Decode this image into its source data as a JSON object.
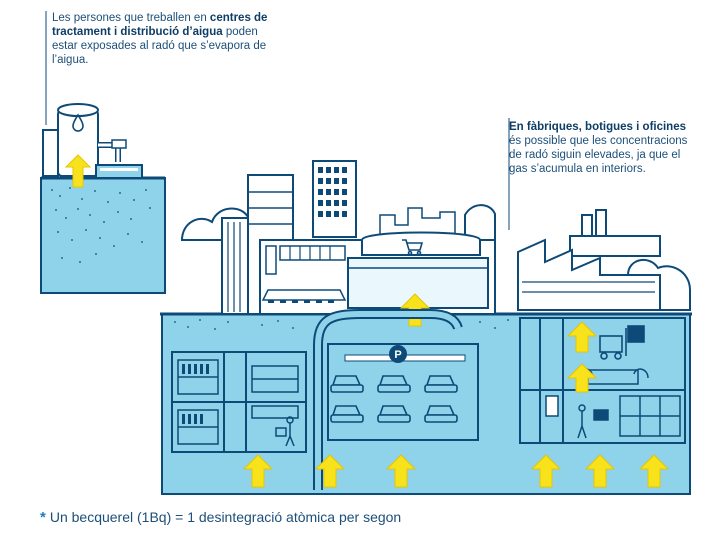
{
  "captions": {
    "water": {
      "pre": "Les persones que treballen en ",
      "bold": "centres de tractament i distribució d’aigua",
      "post": " poden estar exposades al radó que s’evapora de l’aigua."
    },
    "offices": {
      "bold": "En fàbriques, botigues i oficines",
      "post": " és possible que les concentracions de radó siguin elevades, ja que el gas s’acumula en interiors."
    }
  },
  "parking_sign": "P",
  "footnote": {
    "star": "*",
    "text": "Un becquerel (1Bq) = 1 desintegració atòmica per segon"
  },
  "colors": {
    "stroke": "#0e4a78",
    "ground": "#8fd3ea",
    "ground_dark": "#6cc1df",
    "arrow": "#f7e21b",
    "arrow_stroke": "#e4c400",
    "sky": "#ffffff",
    "shade": "#dff3fa"
  },
  "icons": [
    "water-drop-icon",
    "shopping-cart-icon",
    "parking-icon",
    "forklift-icon",
    "worker-icon",
    "car-icon",
    "factory-icon",
    "radon-arrow-icon"
  ]
}
